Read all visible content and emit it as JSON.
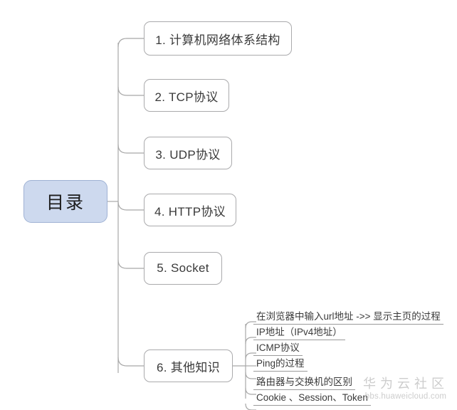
{
  "diagram": {
    "type": "mind-map",
    "root": {
      "label": "目录",
      "fill": "#cdd9ee",
      "border": "#9fb2d4"
    },
    "branches": [
      {
        "label": "1. 计算机网络体系结构"
      },
      {
        "label": "2. TCP协议"
      },
      {
        "label": "3. UDP协议"
      },
      {
        "label": "4. HTTP协议"
      },
      {
        "label": "5. Socket"
      },
      {
        "label": "6. 其他知识"
      }
    ],
    "subitems": [
      {
        "label": "在浏览器中输入url地址 ->> 显示主页的过程"
      },
      {
        "label": "IP地址（IPv4地址）"
      },
      {
        "label": "ICMP协议"
      },
      {
        "label": "Ping的过程"
      },
      {
        "label": "路由器与交换机的区别"
      },
      {
        "label": "Cookie 、Session、Token"
      }
    ],
    "edge_color": "#a8a8a8"
  },
  "watermark": {
    "title": "华为云社区",
    "url": "bbs.huaweicloud.com"
  }
}
